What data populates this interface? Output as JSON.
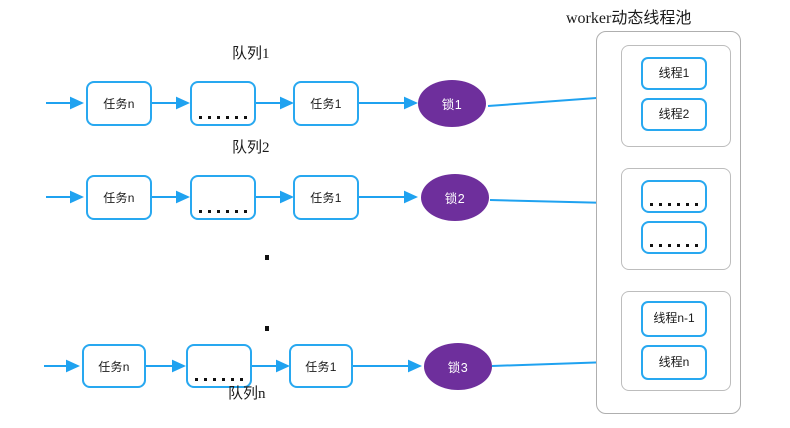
{
  "diagram": {
    "title": "worker动态线程池",
    "colors": {
      "node_border": "#28A8F0",
      "arrow": "#1FA2F0",
      "lock_fill": "#6E2F9C",
      "pool_border": "#AFAFAF",
      "text": "#1a1a1a",
      "background": "#FFFFFF"
    },
    "queues": [
      {
        "label": "队列1",
        "nodes": [
          {
            "text": "任务n",
            "kind": "task"
          },
          {
            "text": "......",
            "kind": "ellipsis"
          },
          {
            "text": "任务1",
            "kind": "task"
          }
        ],
        "lock": "锁1"
      },
      {
        "label": "队列2",
        "nodes": [
          {
            "text": "任务n",
            "kind": "task"
          },
          {
            "text": "......",
            "kind": "ellipsis"
          },
          {
            "text": "任务1",
            "kind": "task"
          }
        ],
        "lock": "锁2"
      },
      {
        "label": "队列n",
        "nodes": [
          {
            "text": "任务n",
            "kind": "task"
          },
          {
            "text": "......",
            "kind": "ellipsis"
          },
          {
            "text": "任务1",
            "kind": "task"
          }
        ],
        "lock": "锁3"
      }
    ],
    "pool": {
      "title": "worker动态线程池",
      "groups": [
        {
          "threads": [
            {
              "text": "线程1"
            },
            {
              "text": "线程2"
            }
          ]
        },
        {
          "threads": [
            {
              "text": "......"
            },
            {
              "text": "......"
            }
          ]
        },
        {
          "threads": [
            {
              "text": "线程n-1"
            },
            {
              "text": "线程n"
            }
          ]
        }
      ]
    },
    "vertical_ellipsis": "⋮"
  }
}
